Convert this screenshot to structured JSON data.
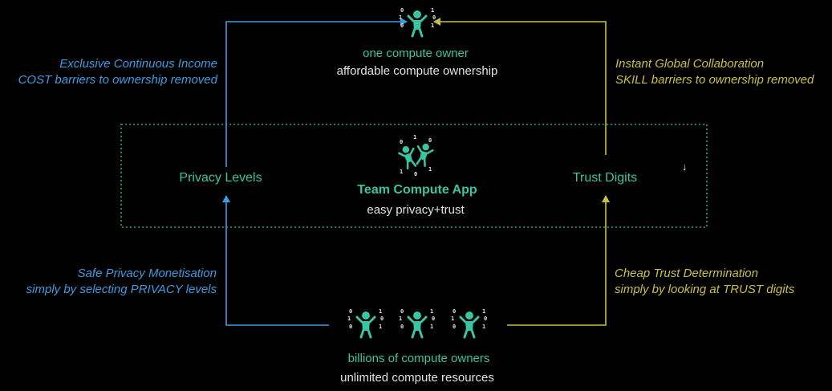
{
  "colors": {
    "background": "#000000",
    "teal": "#3bc4a0",
    "blue": "#3d9be0",
    "yellow": "#c8c040",
    "text_light": "#e2e2e2"
  },
  "top": {
    "icon": "person-binary-icon",
    "title": "one compute owner",
    "subtitle": "affordable compute ownership"
  },
  "middle": {
    "icon": "two-people-binary-icon",
    "title": "Team Compute App",
    "subtitle": "easy privacy+trust",
    "left_label": "Privacy Levels",
    "right_label": "Trust Digits",
    "marker": "↓"
  },
  "bottom": {
    "icon": "three-people-binary-icon",
    "title": "billions of compute owners",
    "subtitle": "unlimited compute resources"
  },
  "arrows": {
    "top_left": {
      "line1": "Exclusive Continuous Income",
      "line2": "COST barriers to ownership removed"
    },
    "top_right": {
      "line1": "Instant Global Collaboration",
      "line2": "SKILL barriers to ownership removed"
    },
    "bottom_left": {
      "line1": "Safe Privacy Monetisation",
      "line2": "simply by selecting PRIVACY levels"
    },
    "bottom_right": {
      "line1": "Cheap Trust Determination",
      "line2": "simply by looking at TRUST digits"
    }
  }
}
